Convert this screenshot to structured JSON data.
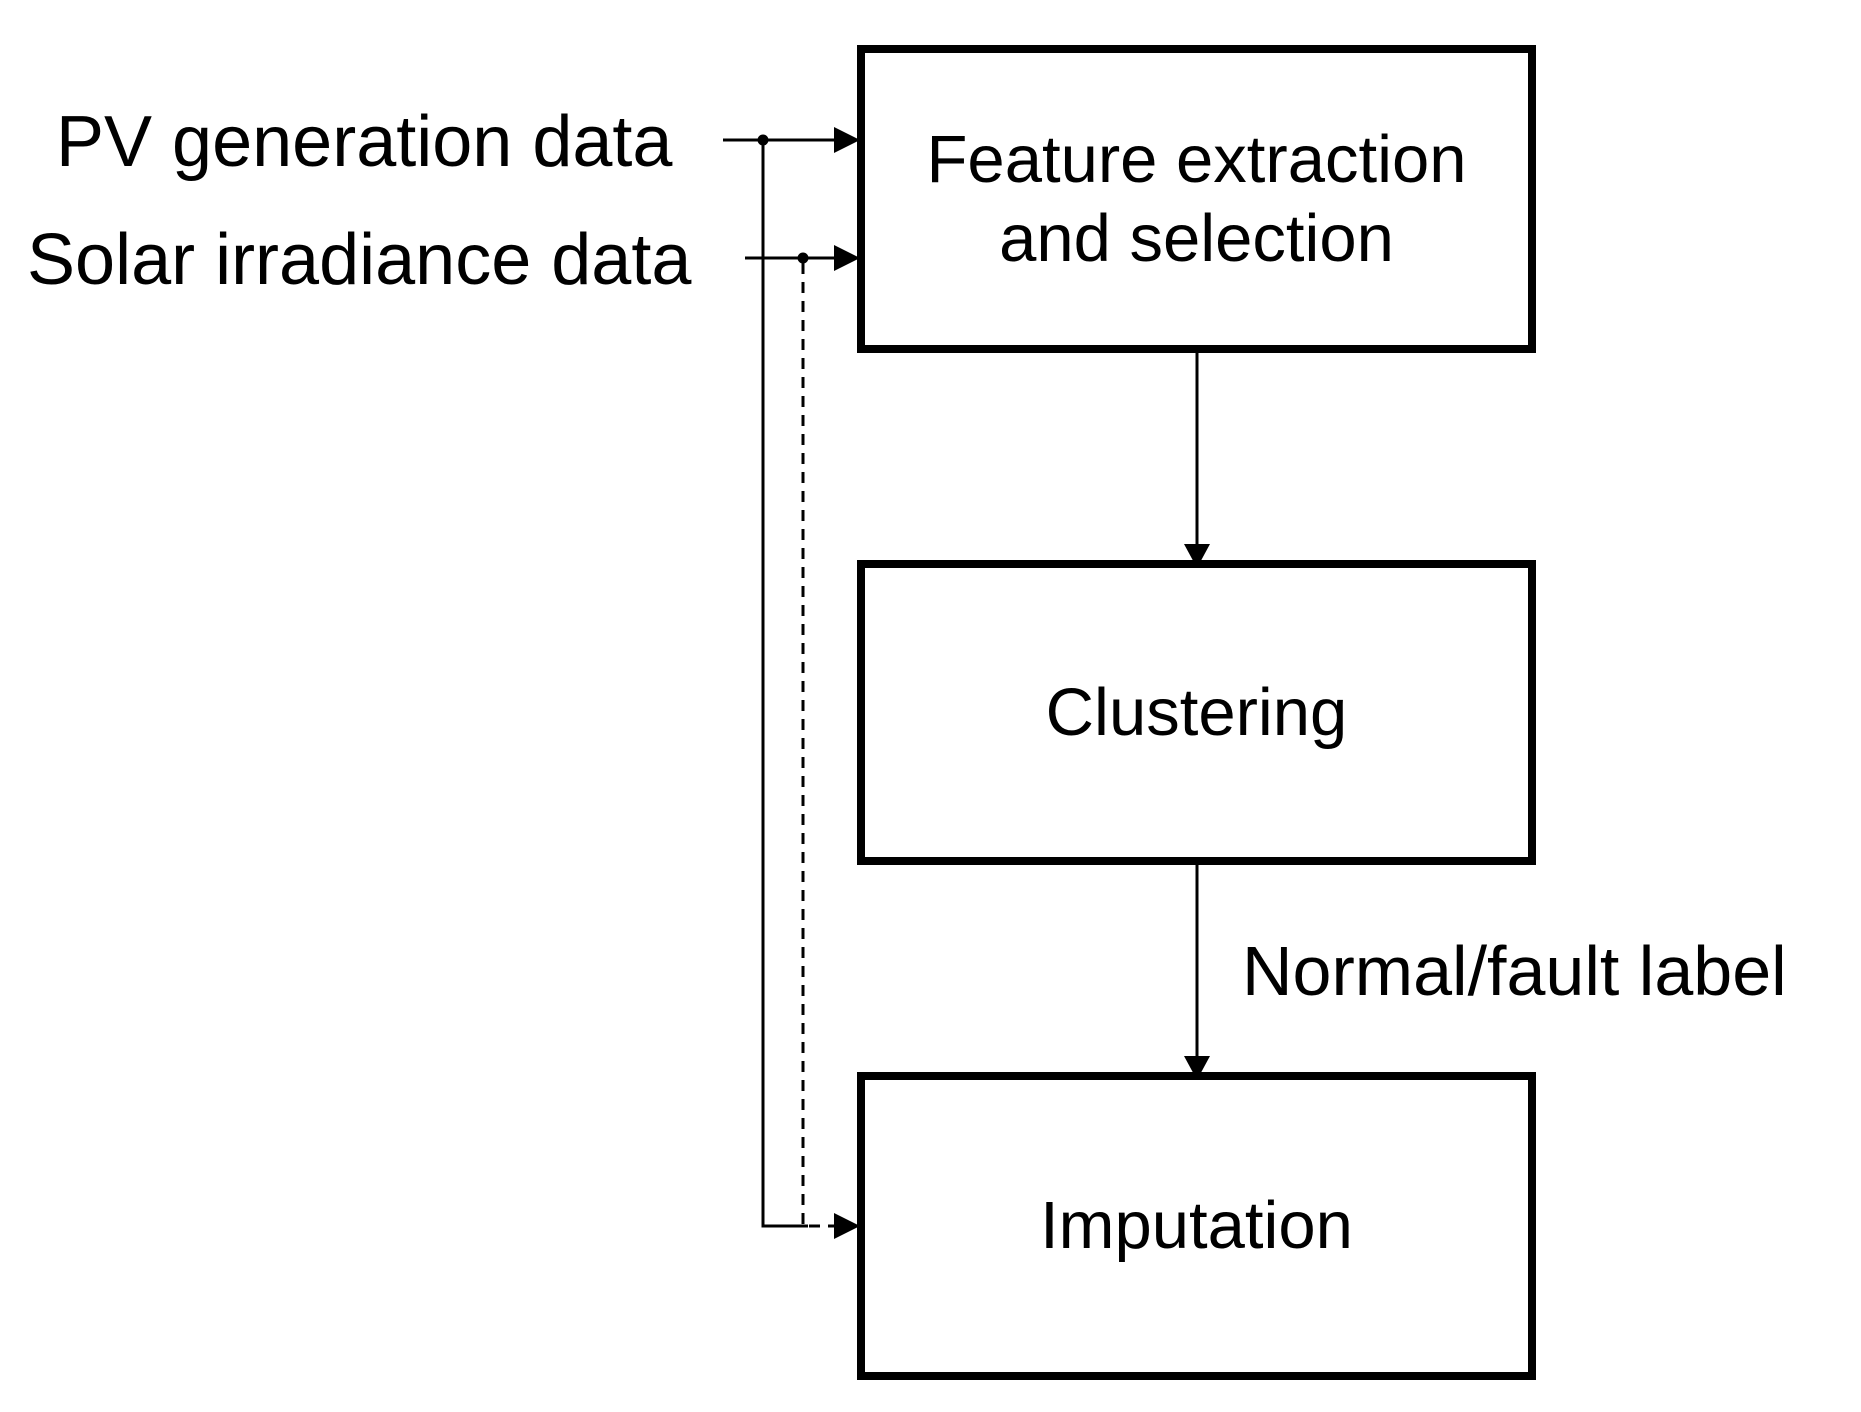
{
  "labels": {
    "pv_input": "PV generation data",
    "solar_input": "Solar irradiance data",
    "normal_fault": "Normal/fault label"
  },
  "boxes": {
    "feature": {
      "line1": "Feature extraction",
      "line2": "and selection"
    },
    "clustering": {
      "label": "Clustering"
    },
    "imputation": {
      "label": "Imputation"
    }
  },
  "diagram": {
    "type": "flowchart",
    "inputs": [
      {
        "id": "pv",
        "label": "PV generation data",
        "feeds": [
          "feature",
          "imputation"
        ],
        "drop_line_style": "solid"
      },
      {
        "id": "solar",
        "label": "Solar irradiance data",
        "feeds": [
          "feature",
          "imputation"
        ],
        "drop_line_style": "dashed"
      }
    ],
    "nodes": [
      {
        "id": "feature",
        "label": "Feature extraction and selection"
      },
      {
        "id": "clustering",
        "label": "Clustering"
      },
      {
        "id": "imputation",
        "label": "Imputation"
      }
    ],
    "edges": [
      {
        "from": "pv",
        "to": "feature",
        "style": "solid-arrow"
      },
      {
        "from": "solar",
        "to": "feature",
        "style": "solid-arrow"
      },
      {
        "from": "feature",
        "to": "clustering",
        "style": "solid-arrow"
      },
      {
        "from": "clustering",
        "to": "imputation",
        "style": "solid-arrow",
        "label": "Normal/fault label"
      },
      {
        "from": "pv",
        "to": "imputation",
        "style": "solid-arrow"
      },
      {
        "from": "solar",
        "to": "imputation",
        "style": "dashed-arrow"
      }
    ]
  },
  "colors": {
    "background": "#ffffff",
    "line": "#000000",
    "text": "#000000",
    "node_fill": "#ffffff",
    "node_border": "#000000"
  }
}
